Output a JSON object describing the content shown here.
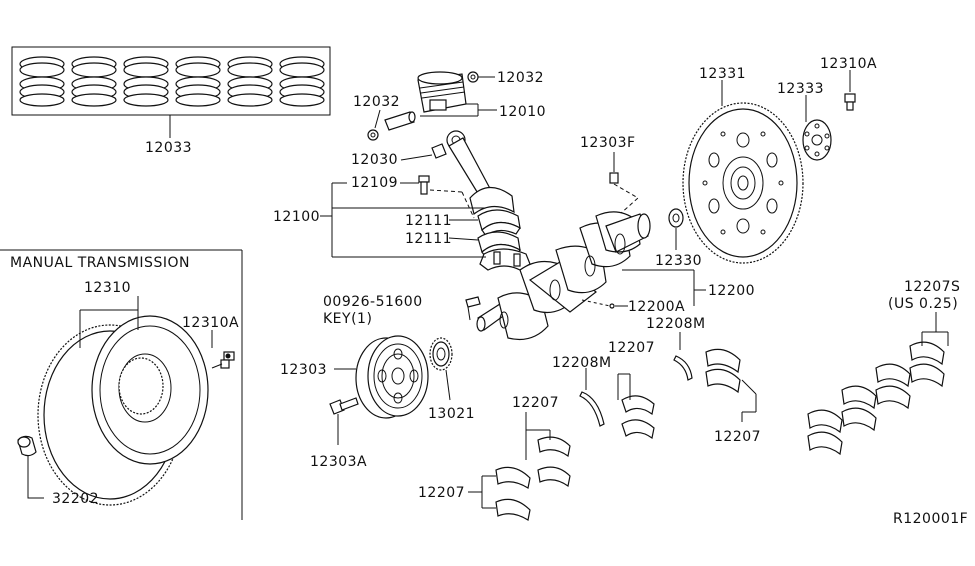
{
  "section_title": "MANUAL TRANSMISSION",
  "diagram_code": "R120001F",
  "callouts": {
    "rings": "12033",
    "snap_ring_upper": "12032",
    "snap_ring_left": "12032",
    "piston": "12010",
    "piston_pin": "12030",
    "rod_bolt": "12109",
    "rod_assembly": "12100",
    "bearing_upper": "12111",
    "bearing_lower": "12111",
    "plug": "12303F",
    "pilot_bushing": "12330",
    "flywheel_drive": "12331",
    "reinforcement_plate": "12333",
    "flywheel_bolt_top": "12310A",
    "key_part": "00926-51600",
    "key_text": "KEY(1)",
    "crankshaft": "12200",
    "crank_sub": "12200A",
    "pulley": "12303",
    "pulley_bolt": "12303A",
    "sprocket": "13021",
    "thrust_right": "12208M",
    "thrust_mid": "12208M",
    "main_bearing_a": "12207",
    "main_bearing_b": "12207",
    "main_bearing_c": "12207",
    "main_bearing_d": "12207",
    "main_bearing_us": "12207S",
    "us_size": "(US 0.25)",
    "mt_flywheel": "12310",
    "mt_flywheel_bolt": "12310A",
    "mt_bushing": "32202"
  }
}
